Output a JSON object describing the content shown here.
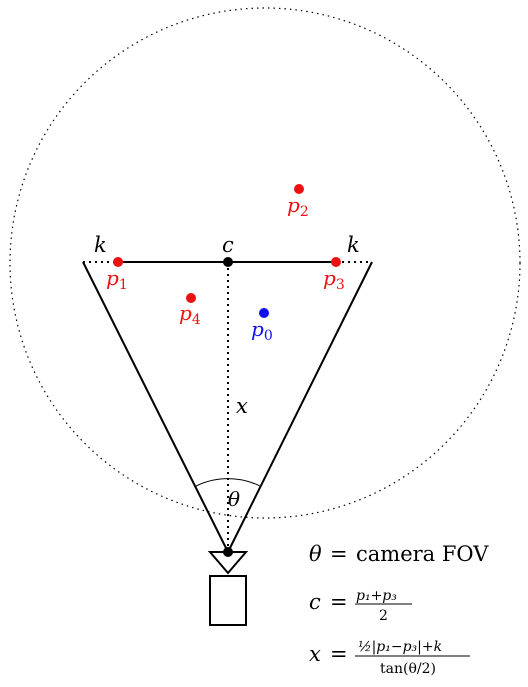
{
  "diagram": {
    "points": {
      "p0": {
        "base": "p",
        "sub": "0",
        "color": "#1010ee"
      },
      "p1": {
        "base": "p",
        "sub": "1",
        "color": "#ee1010"
      },
      "p2": {
        "base": "p",
        "sub": "2",
        "color": "#ee1010"
      },
      "p3": {
        "base": "p",
        "sub": "3",
        "color": "#ee1010"
      },
      "p4": {
        "base": "p",
        "sub": "4",
        "color": "#ee1010"
      }
    },
    "labels": {
      "k_left": "k",
      "k_right": "k",
      "c": "c",
      "x": "x",
      "theta": "θ"
    },
    "legend": {
      "fov_lhs": "θ",
      "fov_eq": "=",
      "fov_rhs": "camera FOV",
      "c_lhs": "c",
      "c_eq": "=",
      "c_num": "p₁+p₃",
      "c_den": "2",
      "x_lhs": "x",
      "x_eq": "=",
      "x_num": "½|p₁−p₃|+k",
      "x_den": "tan(θ/2)"
    }
  }
}
